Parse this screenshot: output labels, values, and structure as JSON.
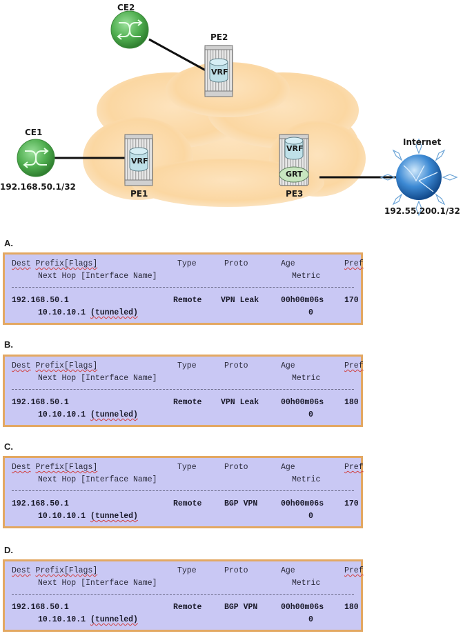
{
  "diagram": {
    "nodes": {
      "ce1": {
        "label": "CE1",
        "address": "192.168.50.1/32"
      },
      "ce2": {
        "label": "CE2"
      },
      "pe1": {
        "label": "PE1",
        "vrf_label": "VRF"
      },
      "pe2": {
        "label": "PE2",
        "vrf_label": "VRF"
      },
      "pe3": {
        "label": "PE3",
        "vrf_label": "VRF",
        "grt_label": "GRT"
      },
      "internet": {
        "label": "Internet",
        "address": "192.55.200.1/32"
      }
    },
    "colors": {
      "cloud": "#fbd9a8",
      "router_green": "#5cb85c",
      "vrf_fill": "#bfe0e8",
      "grt_fill": "#c8e6c0",
      "link": "#111111"
    }
  },
  "table_headers": {
    "dest_prefix": "Dest Prefix[Flags]",
    "dest_word": "Dest",
    "prefix_flags": "Prefix[Flags]",
    "type": "Type",
    "proto": "Proto",
    "age": "Age",
    "pref": "Pref",
    "next_hop": "Next Hop [Interface Name]",
    "metric": "Metric"
  },
  "options": [
    {
      "letter": "A.",
      "prefix": "192.168.50.1",
      "type": "Remote",
      "proto": "VPN Leak",
      "age": "00h00m06s",
      "pref": "170",
      "next_hop_ip": "10.10.10.1",
      "next_hop_note": "(tunneled)",
      "metric": "0"
    },
    {
      "letter": "B.",
      "prefix": "192.168.50.1",
      "type": "Remote",
      "proto": "VPN Leak",
      "age": "00h00m06s",
      "pref": "180",
      "next_hop_ip": "10.10.10.1",
      "next_hop_note": "(tunneled)",
      "metric": "0"
    },
    {
      "letter": "C.",
      "prefix": "192.168.50.1",
      "type": "Remote",
      "proto": "BGP VPN",
      "age": "00h00m06s",
      "pref": "170",
      "next_hop_ip": "10.10.10.1",
      "next_hop_note": "(tunneled)",
      "metric": "0"
    },
    {
      "letter": "D.",
      "prefix": "192.168.50.1",
      "type": "Remote",
      "proto": "BGP VPN",
      "age": "00h00m06s",
      "pref": "180",
      "next_hop_ip": "10.10.10.1",
      "next_hop_note": "(tunneled)",
      "metric": "0"
    }
  ]
}
